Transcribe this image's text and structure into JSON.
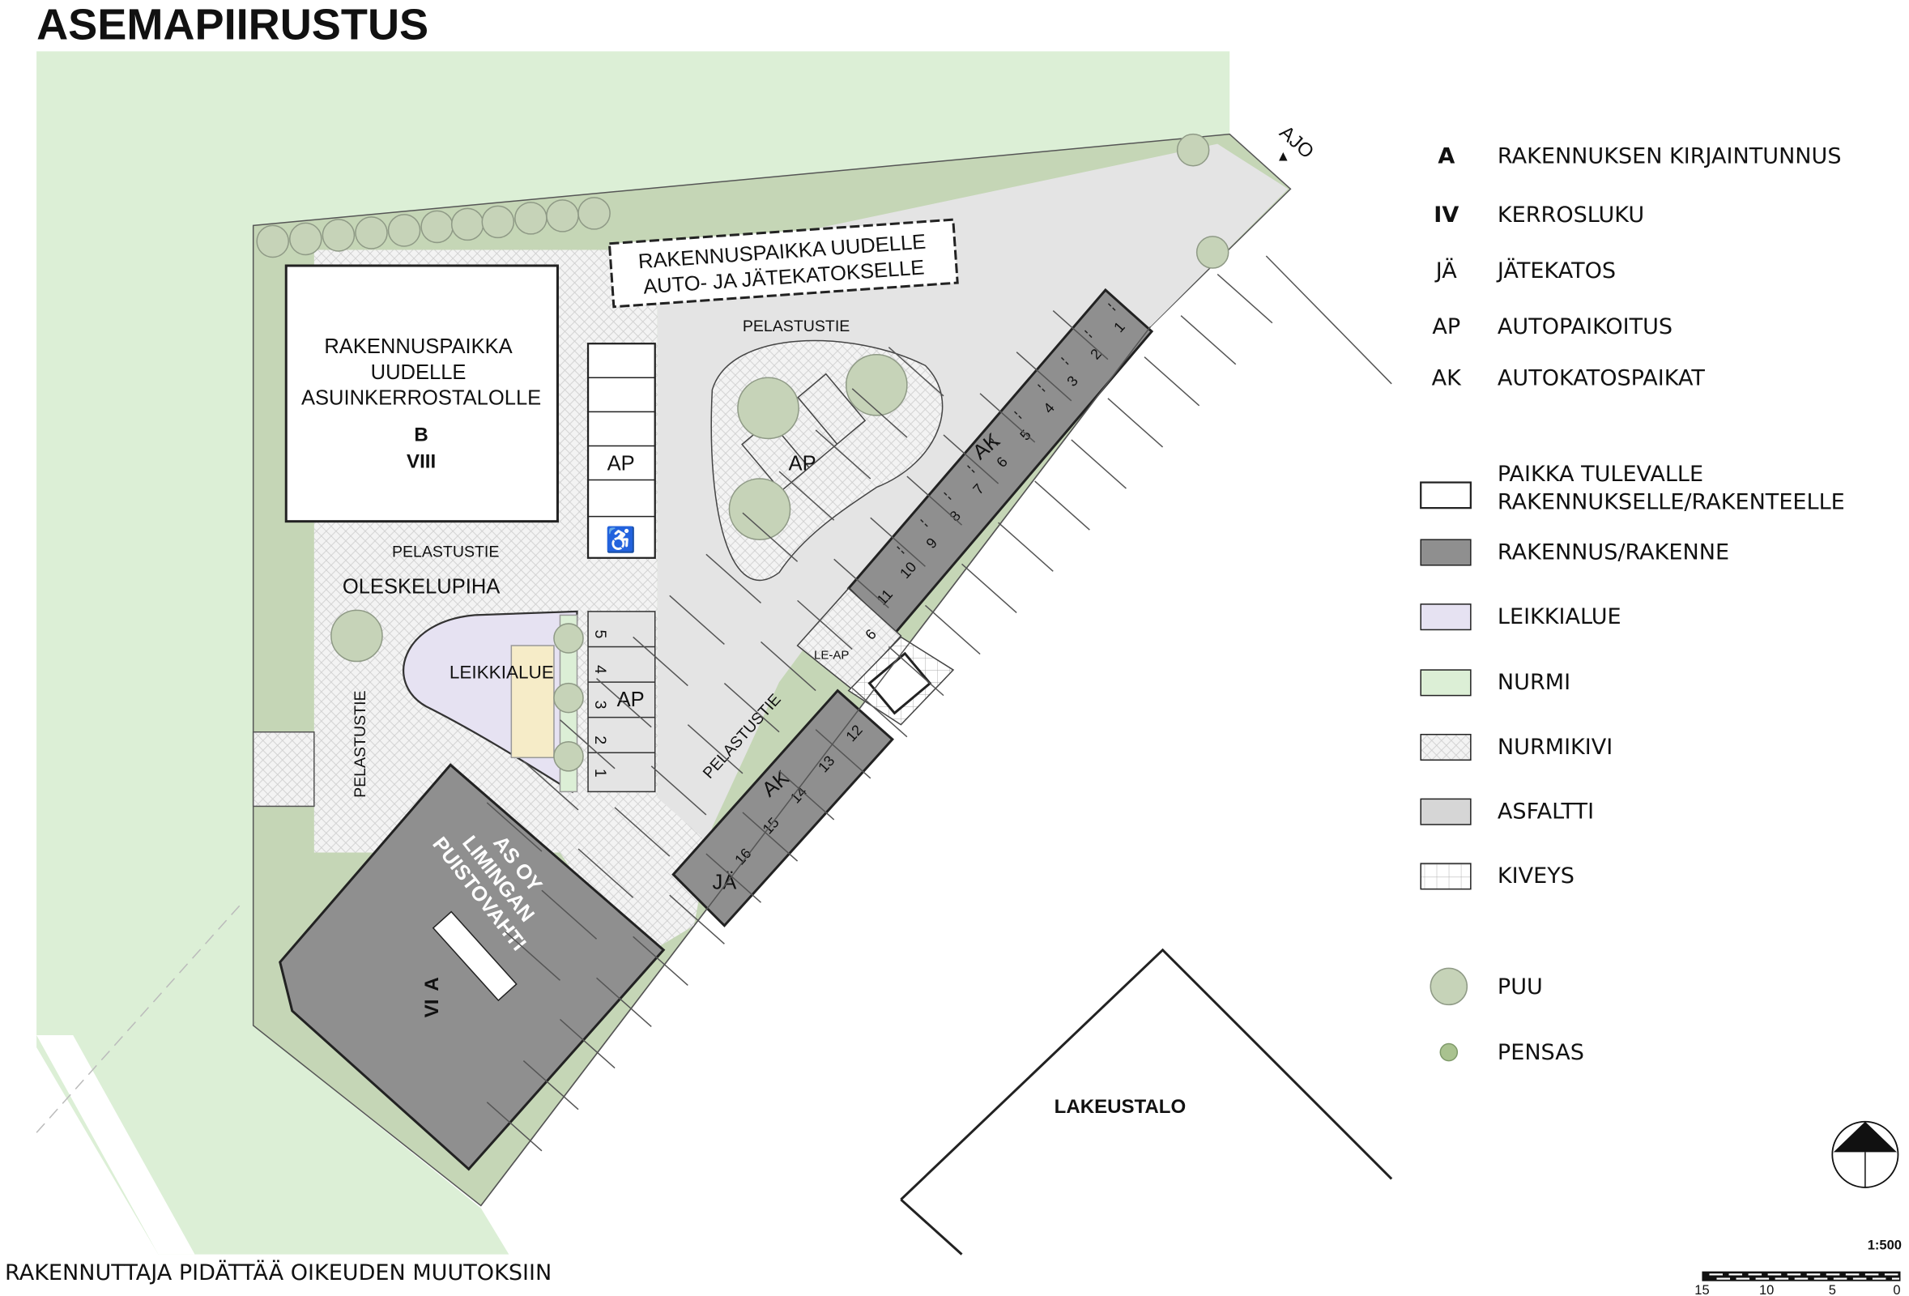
{
  "title": "ASEMAPIIRUSTUS",
  "footer": "RAKENNUTTAJA PIDÄTTÄÄ OIKEUDEN MUUTOKSIIN",
  "scale": {
    "ratio": "1:500",
    "ticks": [
      "15",
      "10",
      "5",
      "0"
    ]
  },
  "colors": {
    "nurmi": "#dcefd6",
    "border_green": "#c5d6b6",
    "building": "#8f8f8f",
    "asphalt": "#e4e4e4",
    "play": "#e6e2f2",
    "tree": "#c6d3b8"
  },
  "plan": {
    "ajo": "AJO",
    "future_shelter": [
      "RAKENNUSPAIKKA UUDELLE",
      "AUTO- JA JÄTEKATOKSELLE"
    ],
    "building_b": [
      "RAKENNUSPAIKKA",
      "UUDELLE",
      "ASUINKERROSTALOLLE"
    ],
    "building_b_id": "B",
    "building_b_floors": "VIII",
    "pelastustie": "PELASTUSTIE",
    "oleskelupiha": "OLESKELUPIHA",
    "leikkialue": "LEIKKIALUE",
    "ap": "AP",
    "ak": "AK",
    "le_ap": "LE-AP",
    "ja": "JÄ",
    "building_a": [
      "AS OY",
      "LIMINGAN",
      "PUISTOVAHTI"
    ],
    "building_a_id": "A",
    "building_a_floors": "VI",
    "lakeustalo": "LAKEUSTALO",
    "ak_north_numbers": [
      "1",
      "2",
      "3",
      "4",
      "5",
      "6",
      "7",
      "8",
      "9",
      "10",
      "11"
    ],
    "ak_south_numbers": [
      "12",
      "13",
      "14",
      "15",
      "16"
    ],
    "play_ap_numbers": [
      "5",
      "4",
      "3",
      "2",
      "1"
    ],
    "le_ap_number": "6"
  },
  "legend": [
    {
      "key": "A",
      "label": "RAKENNUKSEN KIRJAINTUNNUS"
    },
    {
      "key": "IV",
      "label": "KERROSLUKU"
    },
    {
      "key": "JÄ",
      "label": "JÄTEKATOS"
    },
    {
      "key": "AP",
      "label": "AUTOPAIKOITUS"
    },
    {
      "key": "AK",
      "label": "AUTOKATOSPAIKAT"
    },
    {
      "swatch": "future",
      "label": "PAIKKA TULEVALLE",
      "label2": "RAKENNUKSELLE/RAKENTEELLE"
    },
    {
      "swatch": "building",
      "label": "RAKENNUS/RAKENNE"
    },
    {
      "swatch": "play",
      "label": "LEIKKIALUE"
    },
    {
      "swatch": "nurmi",
      "label": "NURMI"
    },
    {
      "swatch": "nurmikivi",
      "label": "NURMIKIVI"
    },
    {
      "swatch": "asphalt",
      "label": "ASFALTTI"
    },
    {
      "swatch": "kiveys",
      "label": "KIVEYS"
    },
    {
      "swatch": "tree",
      "label": "PUU"
    },
    {
      "swatch": "bush",
      "label": "PENSAS"
    }
  ]
}
